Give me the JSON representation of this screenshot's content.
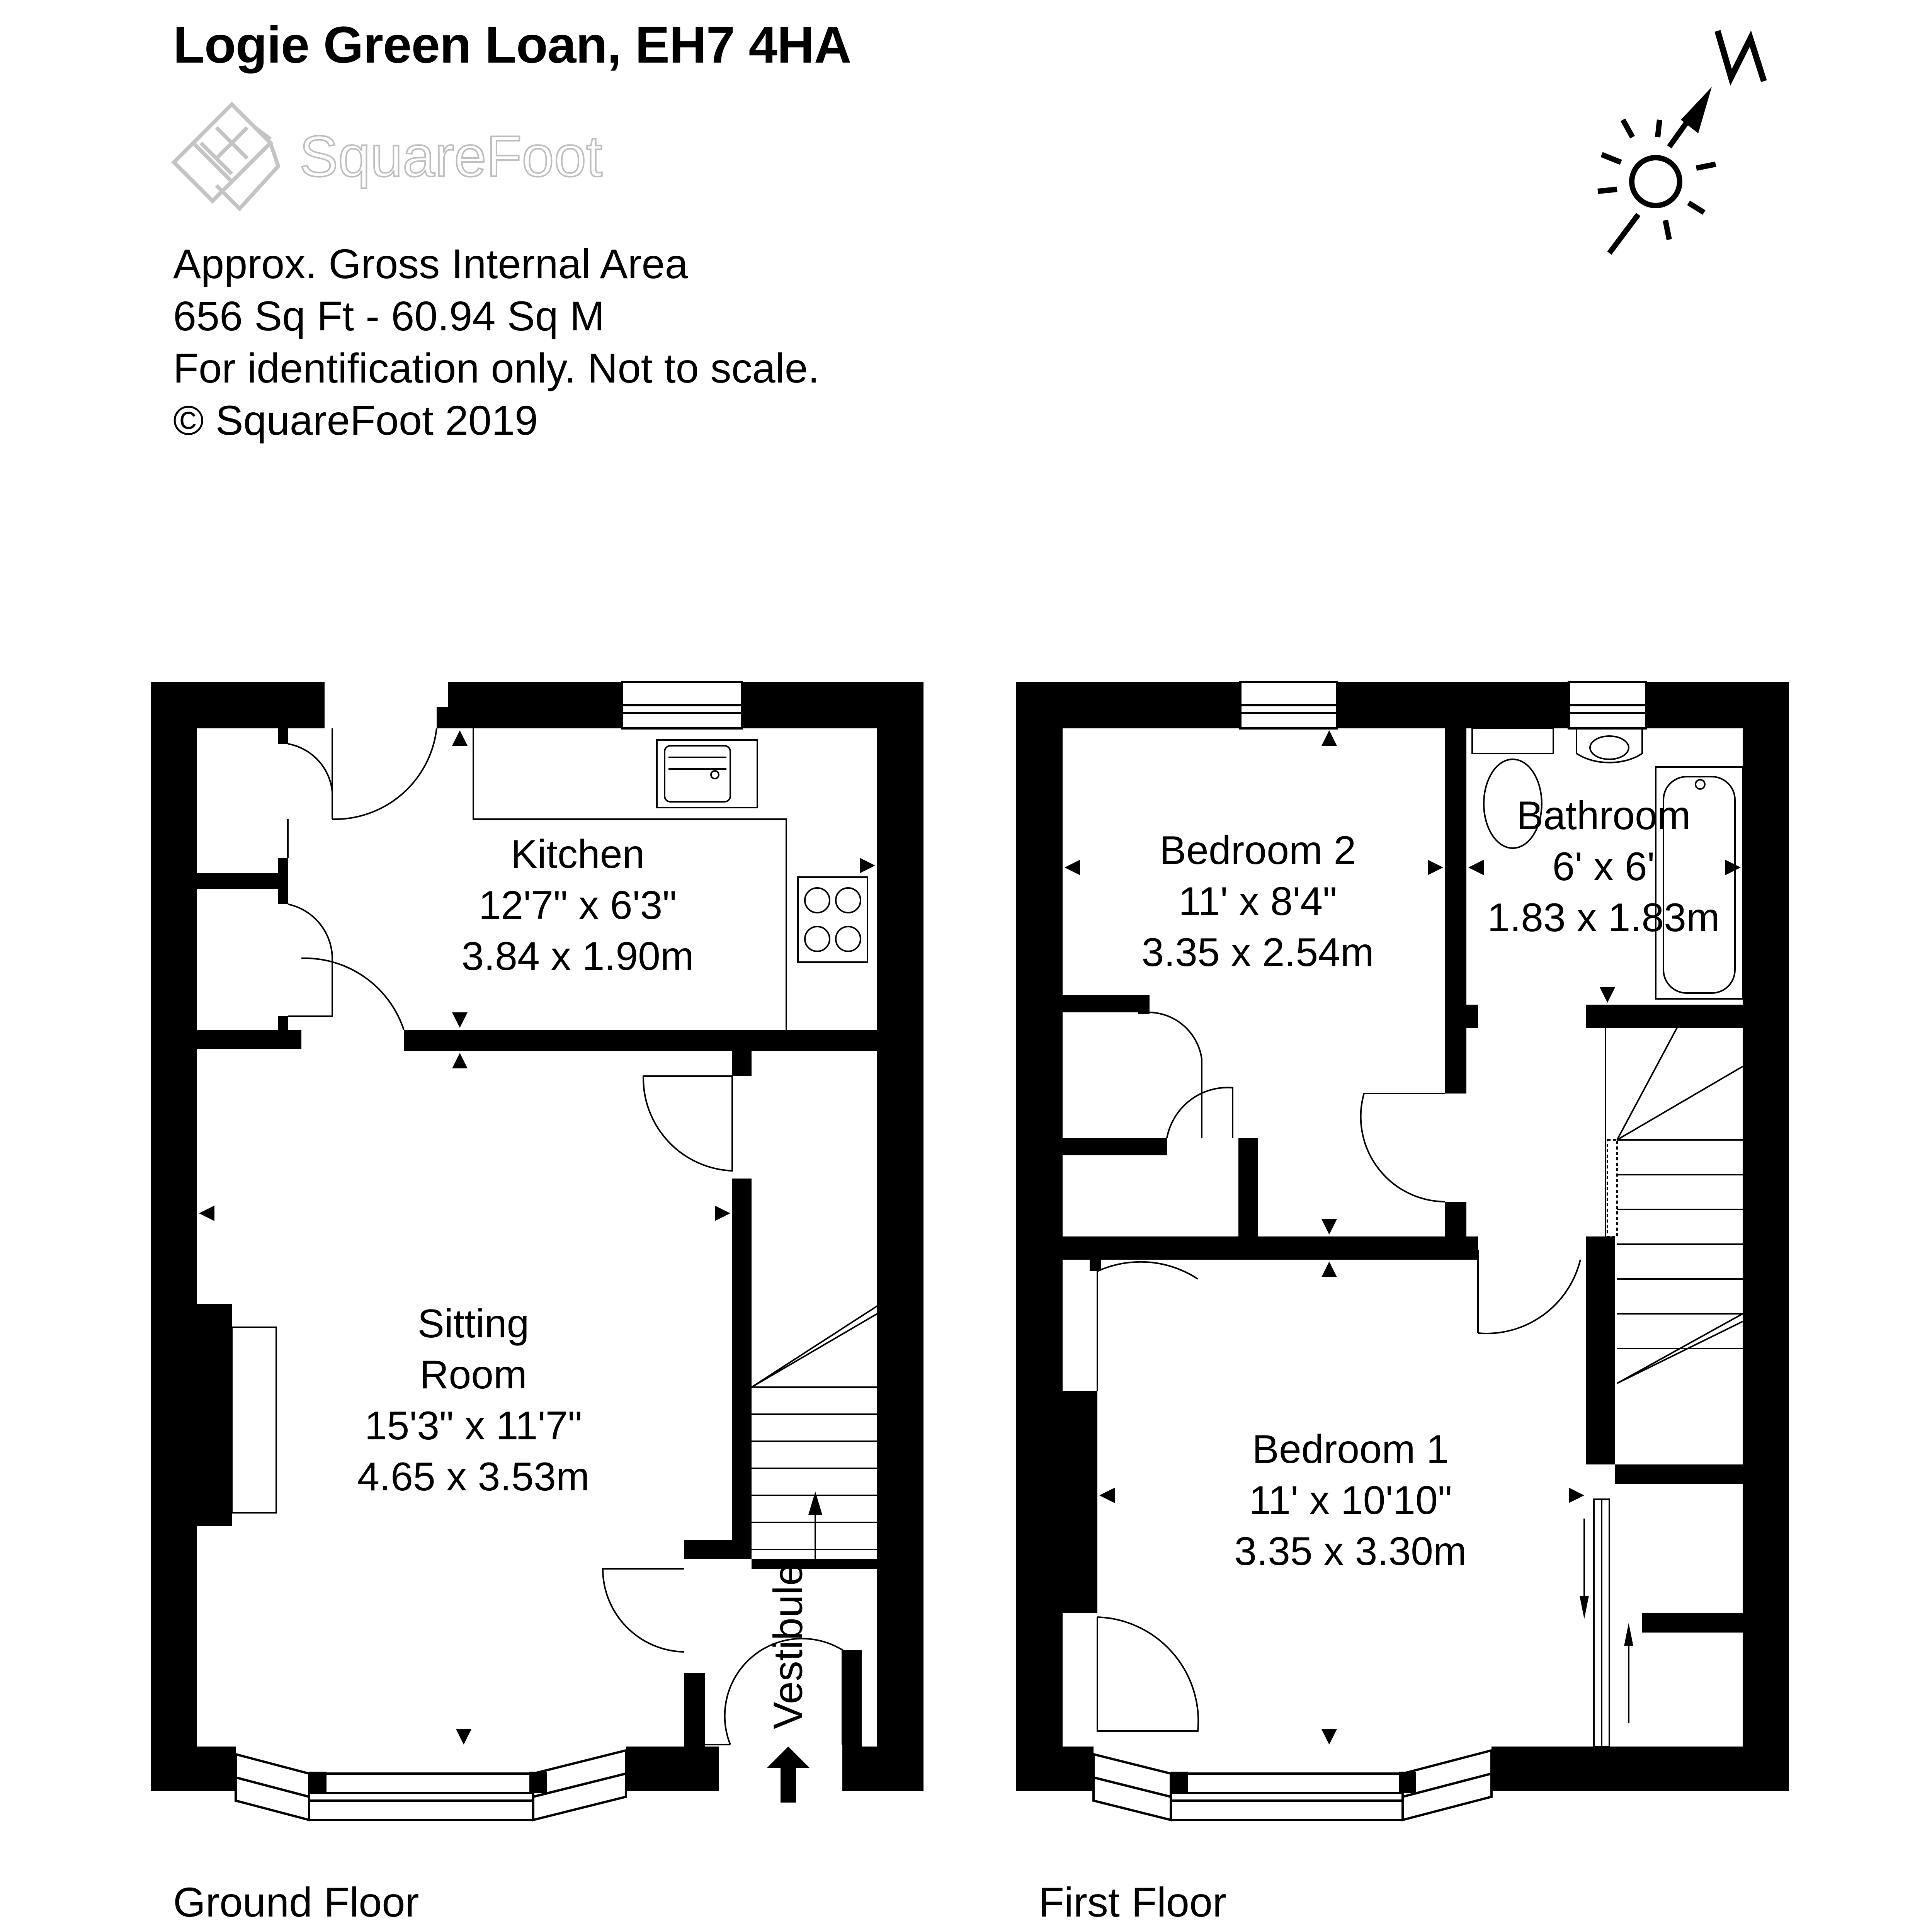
{
  "title": "Logie Green Loan, EH7 4HA",
  "logo": {
    "text": "SquareFoot",
    "icon": "squarefoot-logo-icon"
  },
  "info": {
    "line1": "Approx. Gross Internal Area",
    "line2": "656 Sq Ft  -  60.94 Sq M",
    "line3": "For identification only. Not to scale.",
    "line4": "© SquareFoot 2019"
  },
  "compass": {
    "label": "N",
    "icon": "north-compass-icon"
  },
  "floors": {
    "ground": {
      "label": "Ground Floor",
      "kitchen": {
        "name": "Kitchen",
        "imperial": "12'7\" x 6'3\"",
        "metric": "3.84 x 1.90m"
      },
      "sitting": {
        "name1": "Sitting",
        "name2": "Room",
        "imperial": "15'3\" x 11'7\"",
        "metric": "4.65 x 3.53m"
      },
      "vestibule": "Vestibule"
    },
    "first": {
      "label": "First Floor",
      "bedroom2": {
        "name": "Bedroom 2",
        "imperial": "11' x 8'4\"",
        "metric": "3.35 x 2.54m"
      },
      "bathroom": {
        "name": "Bathroom",
        "imperial": "6' x 6'",
        "metric": "1.83 x 1.83m"
      },
      "bedroom1": {
        "name": "Bedroom 1",
        "imperial": "11' x 10'10\"",
        "metric": "3.35 x 3.30m"
      }
    }
  },
  "colors": {
    "wall": "#000000",
    "logo": "#c0c0c0",
    "background": "#ffffff"
  }
}
